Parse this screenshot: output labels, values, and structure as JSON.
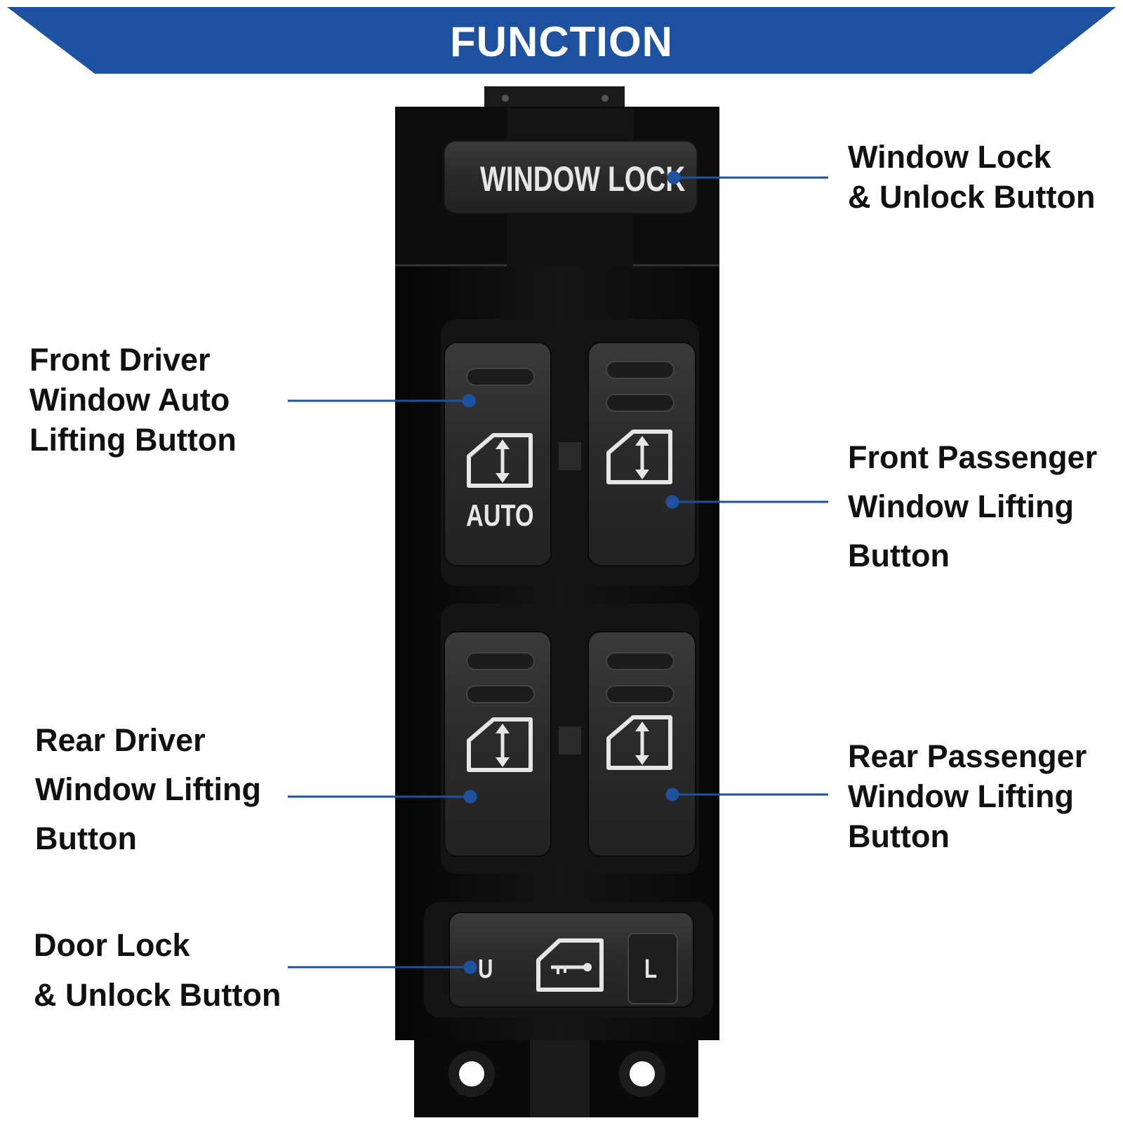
{
  "banner": {
    "title": "FUNCTION",
    "color": "#1e52a0"
  },
  "switch_panel": {
    "window_lock_text": "WINDOW LOCK",
    "auto_text": "AUTO",
    "door_unlock_text": "U",
    "door_lock_text": "L"
  },
  "callouts": {
    "window_lock": [
      "Window Lock",
      "& Unlock Button"
    ],
    "front_driver": [
      "Front Driver",
      "Window Auto",
      "Lifting Button"
    ],
    "front_passenger": [
      "Front Passenger",
      "Window Lifting",
      "Button"
    ],
    "rear_driver": [
      "Rear Driver",
      "Window Lifting",
      "Button"
    ],
    "rear_passenger": [
      "Rear Passenger",
      "Window Lifting",
      "Button"
    ],
    "door_lock": [
      "Door Lock",
      "& Unlock Button"
    ]
  },
  "icons": {
    "window_icon": "window-up-down-icon",
    "door_icon": "door-key-icon"
  },
  "leader_color": "#1e52a0"
}
